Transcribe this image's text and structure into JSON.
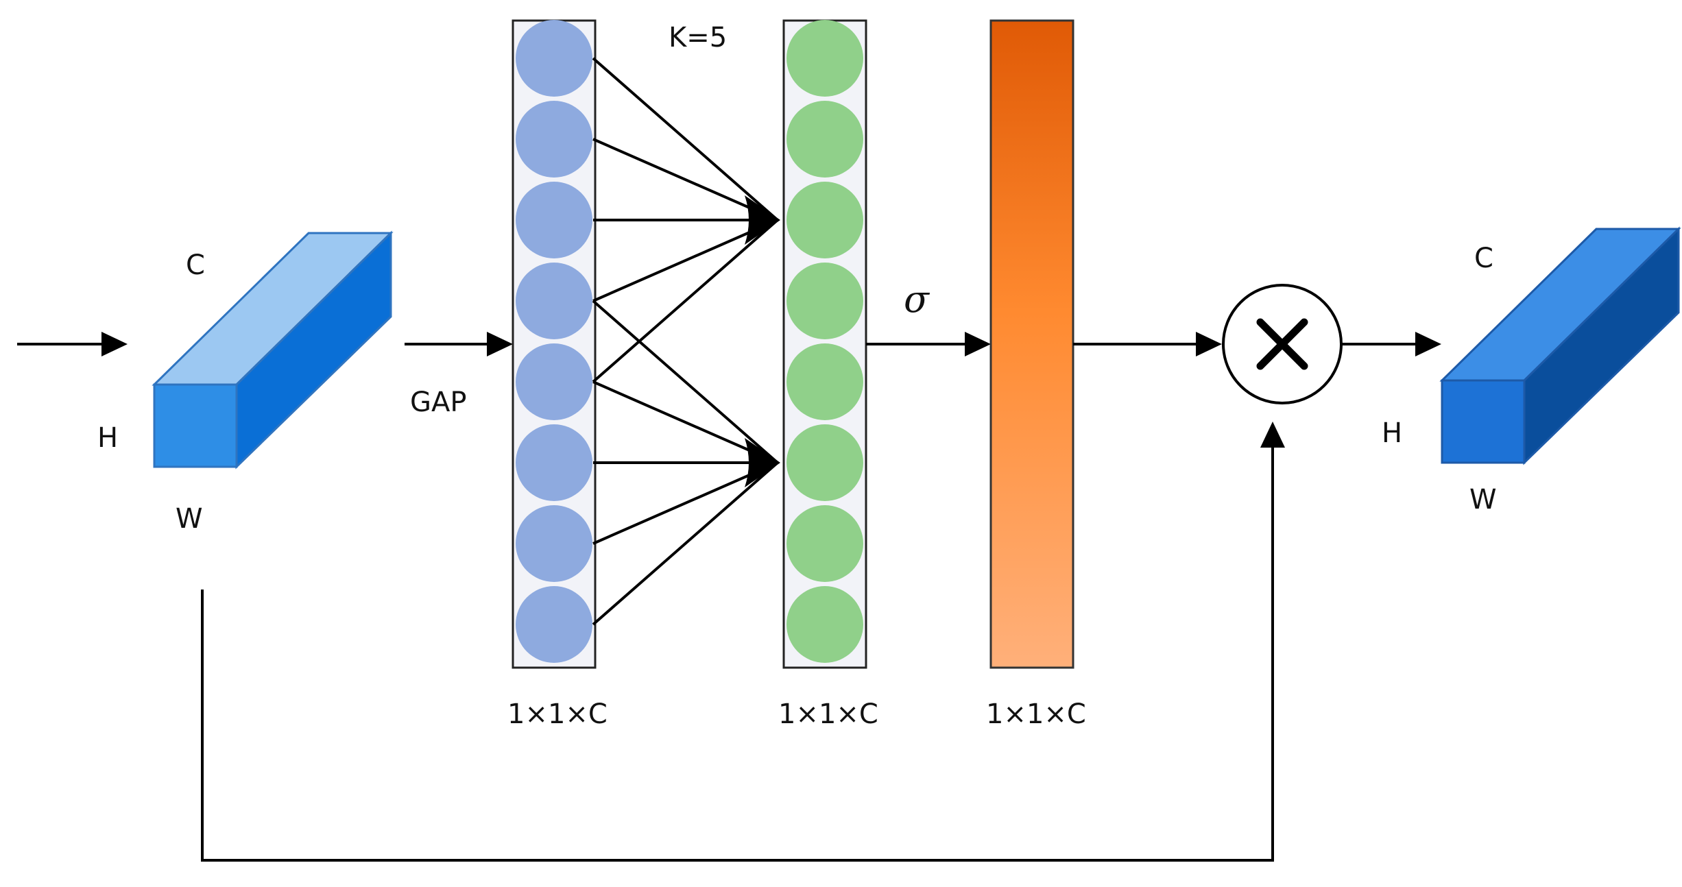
{
  "labels": {
    "input_c": "C",
    "input_h": "H",
    "input_w": "W",
    "gap": "GAP",
    "kernel": "K=5",
    "sigma": "σ",
    "dim_pooled": "1×1×C",
    "dim_conv": "1×1×C",
    "dim_weights": "1×1×C",
    "multiply": "×",
    "output_c": "C",
    "output_h": "H",
    "output_w": "W"
  },
  "colors": {
    "input_front": "#2e8ee6",
    "input_top": "#9cc8f2",
    "input_side": "#0a6fd6",
    "output_front": "#1d72d6",
    "output_top": "#3c8ee6",
    "output_side": "#0a4e9c",
    "pooled_node": "#8eaadf",
    "conv_node": "#90d08a",
    "weights_top": "#e05a06",
    "weights_bottom": "#ffb07a",
    "line": "#000000"
  },
  "pooled_nodes": 8,
  "conv_nodes": 8
}
